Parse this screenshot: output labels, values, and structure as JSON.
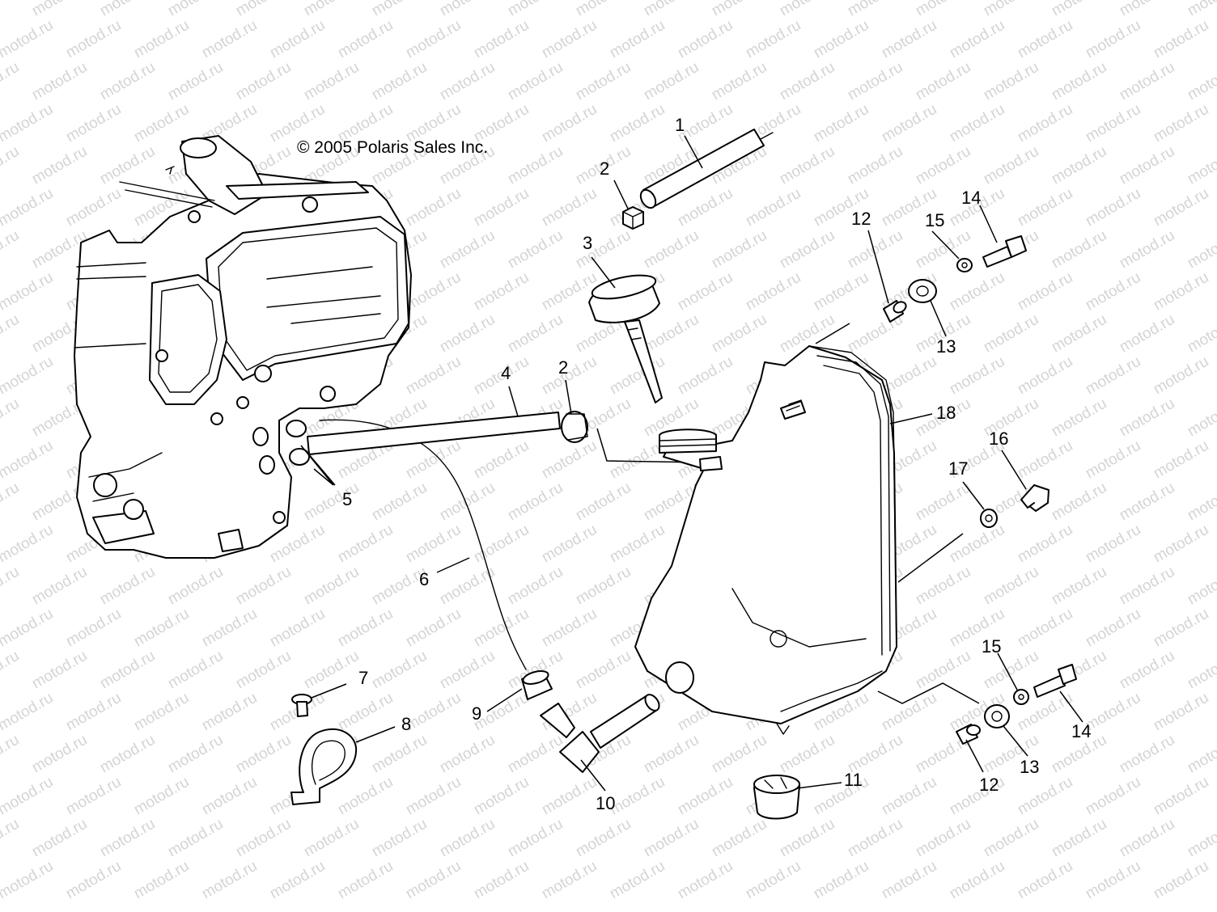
{
  "copyright": "© 2005 Polaris Sales Inc.",
  "watermark": "motod.ru",
  "callouts": [
    "1",
    "2",
    "3",
    "4",
    "2",
    "5",
    "6",
    "7",
    "8",
    "9",
    "10",
    "11",
    "12",
    "13",
    "12",
    "13",
    "14",
    "15",
    "14",
    "15",
    "16",
    "17",
    "18"
  ]
}
